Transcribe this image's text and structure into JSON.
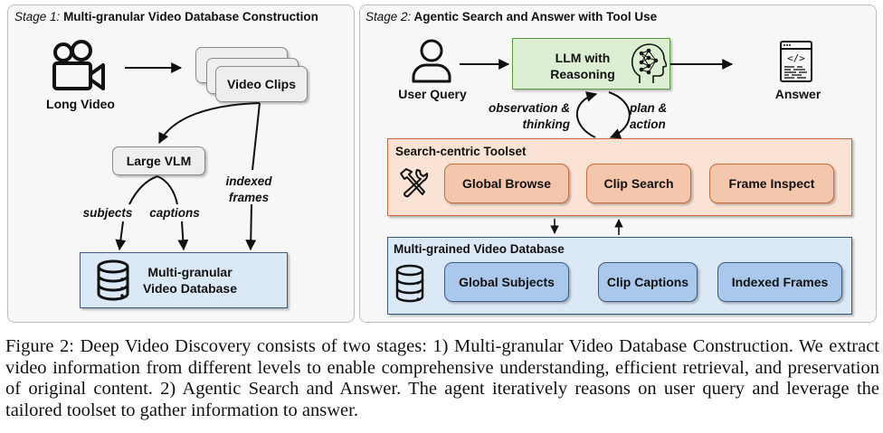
{
  "stage1": {
    "title_prefix": "Stage 1:",
    "title": "Multi-granular Video Database Construction",
    "long_video_label": "Long Video",
    "video_clips_label": "Video Clips",
    "vlm_label": "Large VLM",
    "edge_subjects": "subjects",
    "edge_captions": "captions",
    "edge_indexed_line1": "indexed",
    "edge_indexed_line2": "frames",
    "database_line1": "Multi-granular",
    "database_line2": "Video Database"
  },
  "stage2": {
    "title_prefix": "Stage 2:",
    "title": "Agentic Search and Answer with Tool Use",
    "user_query_label": "User Query",
    "llm_line1": "LLM with",
    "llm_line2": "Reasoning",
    "answer_label": "Answer",
    "edge_observation_line1": "observation &",
    "edge_observation_line2": "thinking",
    "edge_plan_line1": "plan &",
    "edge_plan_line2": "action",
    "toolset": {
      "title": "Search-centric Toolset",
      "tools": [
        "Global Browse",
        "Clip Search",
        "Frame Inspect"
      ]
    },
    "database": {
      "title": "Multi-grained Video Database",
      "items": [
        "Global Subjects",
        "Clip Captions",
        "Indexed Frames"
      ]
    }
  },
  "colors": {
    "green_fill": "#dcefd3",
    "orange_fill": "#fae3d5",
    "tool_fill": "#f4c6ac",
    "blue_fill": "#dbe8f5",
    "db_item_fill": "#a9c8ec"
  },
  "caption": "Figure 2: Deep Video Discovery consists of two stages: 1) Multi-granular Video Database Construction. We extract video information from different levels to enable comprehensive understanding, efficient retrieval, and preservation of original content. 2) Agentic Search and Answer. The agent iteratively reasons on user query and leverage the tailored toolset to gather information to answer."
}
